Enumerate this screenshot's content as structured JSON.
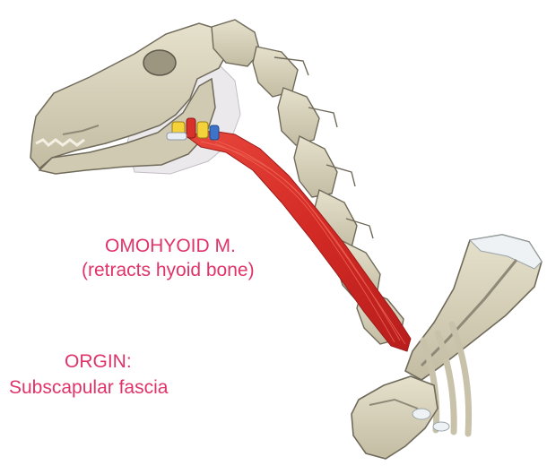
{
  "label_color": "#e0336a",
  "muscle": {
    "name": "OMOHYOID M.",
    "action": "(retracts hyoid bone)"
  },
  "origin": {
    "heading": "ORGIN:",
    "value": "Subscapular fascia"
  },
  "palette": {
    "bone": "#d9d3bd",
    "bone_dark": "#8f8a78",
    "bone_shadow": "#6f6a5a",
    "muscle": "#d8302a",
    "muscle_light": "#f06a5a",
    "tendon": "#f3ece0",
    "soft_tissue": "#e9e6ea",
    "cartilage": "#eef2f4"
  }
}
